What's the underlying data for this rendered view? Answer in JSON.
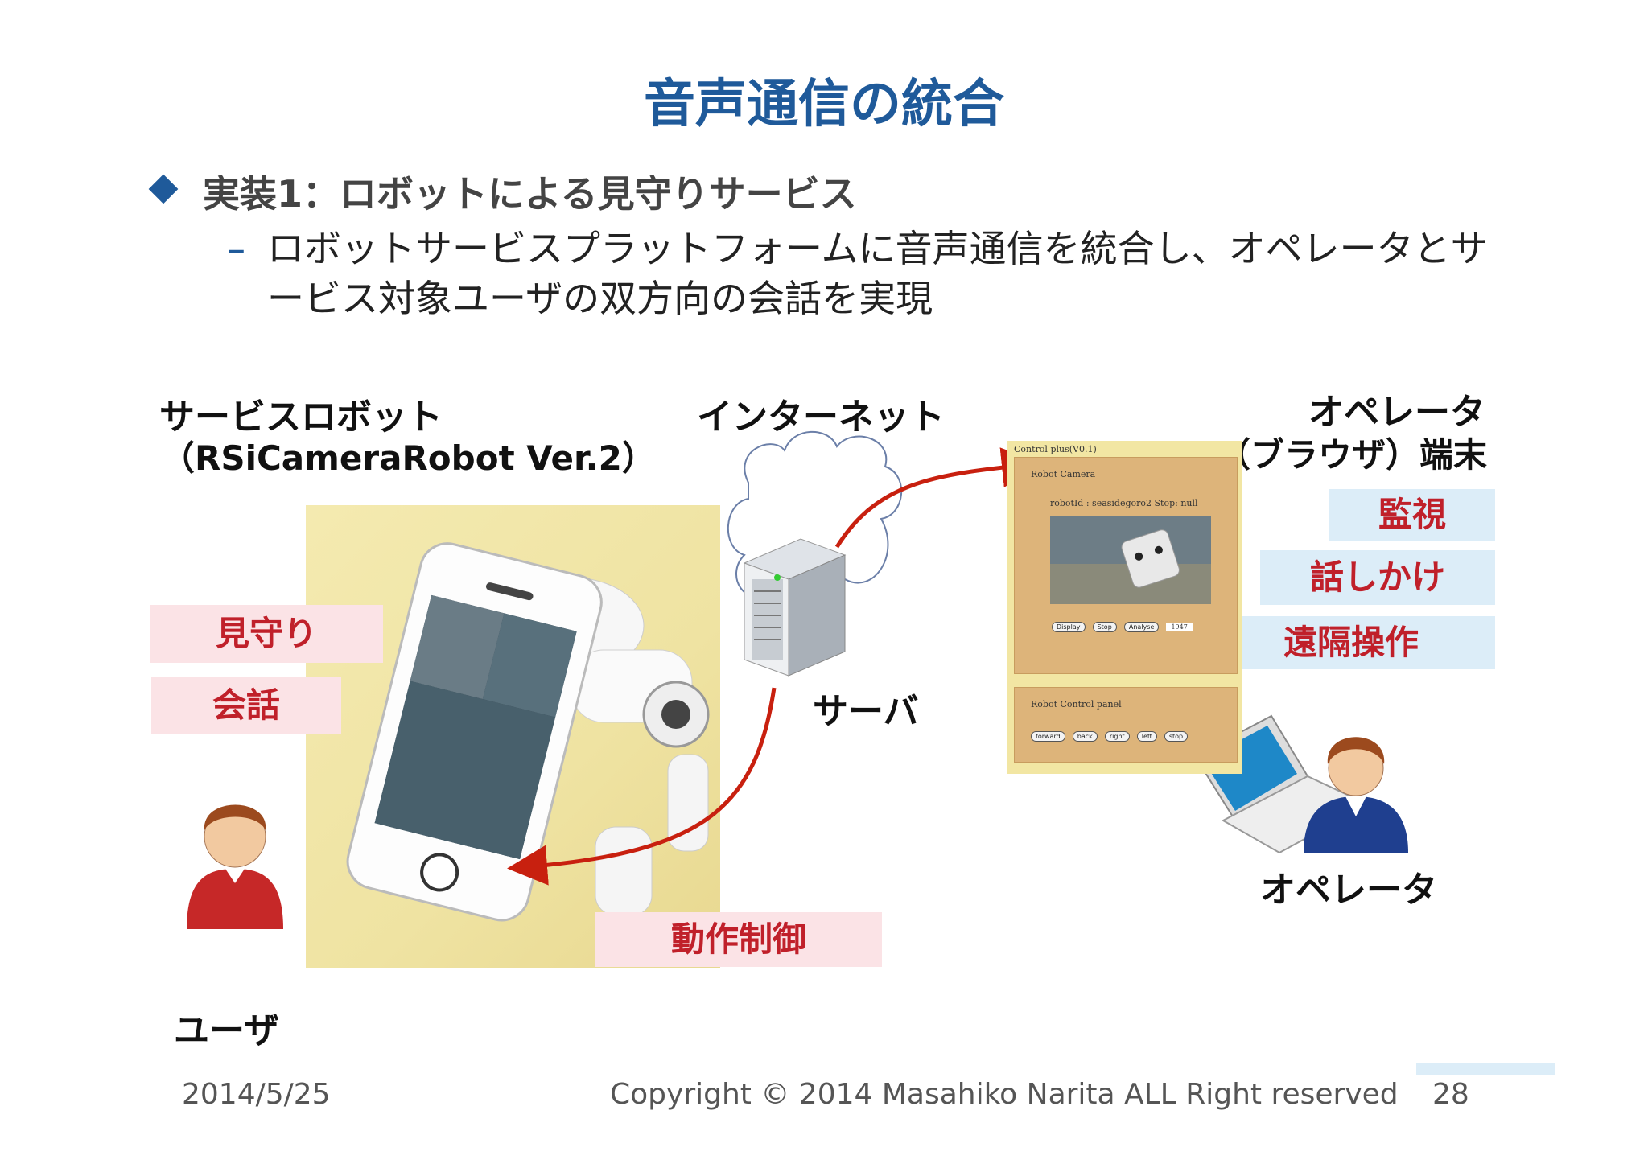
{
  "slide": {
    "title": "音声通信の統合",
    "bullet": "実装1：ロボットによる見守りサービス",
    "sub_bullet": "ロボットサービスプラットフォームに音声通信を統合し、オペレータとサービス対象ユーザの双方向の会話を実現",
    "dash": "–"
  },
  "diagram": {
    "robot_label": "サービスロボット",
    "robot_model": "（RSiCameraRobot Ver.2）",
    "internet_label": "インターネット",
    "server_label": "サーバ",
    "operator_terminal_line1": "オペレータ",
    "operator_terminal_line2": "（ブラウザ）端末",
    "user_label": "ユーザ",
    "operator_label": "オペレータ",
    "left_tags": [
      "見守り",
      "会話"
    ],
    "control_tag": "動作制御",
    "right_tags": [
      "監視",
      "話しかけ",
      "遠隔操作"
    ]
  },
  "control_panel": {
    "title": "Control plus(V0.1)",
    "camera_heading": "Robot Camera",
    "status": "robotId : seasidegoro2 Stop: null",
    "camera_buttons": [
      "Display",
      "Stop",
      "Analyse"
    ],
    "counter": "1947",
    "panel_heading": "Robot Control panel",
    "control_buttons": [
      "forward",
      "back",
      "right",
      "left",
      "stop"
    ]
  },
  "colors": {
    "title": "#1f5a9a",
    "arrow": "#c8200f",
    "pink_tag": "#fbe3e6",
    "blue_tag": "#dcedf8",
    "tag_text": "#c0202a"
  },
  "footer": {
    "date": "2014/5/25",
    "copyright": "Copyright © 2014 Masahiko Narita ALL Right reserved",
    "page": "28"
  }
}
